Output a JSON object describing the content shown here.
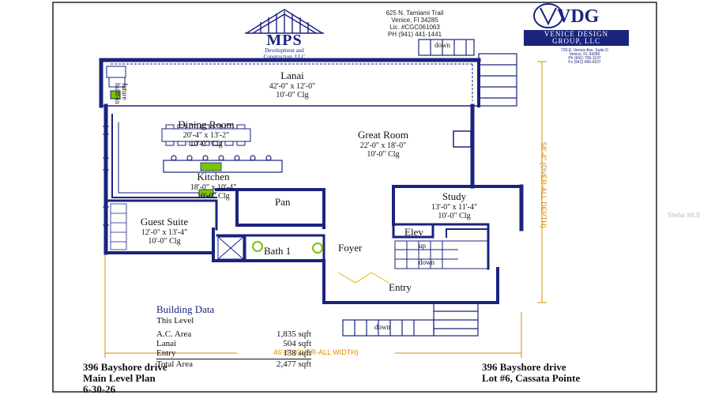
{
  "builder": {
    "name": "MPS",
    "tagline_1": "Development and",
    "tagline_2": "Construction, LLC",
    "address_line1": "625 N. Tamiami Trail",
    "address_line2": "Venice, Fl 34285",
    "license": "Lic. #CGC061063",
    "phone": "PH (941) 441-1441"
  },
  "designer": {
    "logo_text": "VDG",
    "name_line1": "VENICE DESIGN",
    "name_line2": "GROUP, LLC",
    "addr_line1": "726 E. Venice Ave. Suite D",
    "addr_line2": "Venice, FL 34285",
    "addr_line3": "Ph (941) 706-1197",
    "addr_line4": "Fx (941) 496-4107"
  },
  "rooms": {
    "lanai": {
      "name": "Lanai",
      "dims": "42'-0\" x 12'-0\"",
      "clg": "10'-0\" Clg"
    },
    "dining": {
      "name": "Dining Room",
      "dims": "20'-4\" x 13'-2\"",
      "clg": "10'-0\" Clg"
    },
    "great": {
      "name": "Great Room",
      "dims": "22'-0\" x 18'-0\"",
      "clg": "10'-0\" Clg"
    },
    "kitchen": {
      "name": "Kitchen",
      "dims": "18'-0\" x 10'-4\"",
      "clg": "10'-0\" Clg"
    },
    "study": {
      "name": "Study",
      "dims": "13'-0\" x 11'-4\"",
      "clg": "10'-0\" Clg"
    },
    "pan": {
      "name": "Pan"
    },
    "guest": {
      "name": "Guest Suite",
      "dims": "12'-0\" x 13'-4\"",
      "clg": "10'-0\" Clg"
    },
    "elev": {
      "name": "Elev"
    },
    "bath": {
      "name": "Bath 1"
    },
    "foyer": {
      "name": "Foyer"
    },
    "entry": {
      "name": "Entry"
    }
  },
  "labels": {
    "future_built_in_1": "future",
    "future_built_in_2": "built-in",
    "stair_down_top": "down",
    "stair_down_mid": "down",
    "stair_up_mid": "up",
    "stair_down_bottom": "down",
    "side_dim": "58'-4\" (OVER-ALL DEPTH)",
    "width_dim": "46'-8\" (OVER-ALL WIDTH)"
  },
  "building_data": {
    "title": "Building Data",
    "subtitle": "This Level",
    "rows": [
      {
        "label": "A.C. Area",
        "value": "1,835 sqft"
      },
      {
        "label": "Lanai",
        "value": "504 sqft"
      },
      {
        "label": "Entry",
        "value": "138 sqft"
      }
    ],
    "total_label": "Total Area",
    "total_value": "2,477 sqft"
  },
  "footer_left": {
    "line1": "396 Bayshore drive",
    "line2": "Main Level Plan",
    "line3": "6-30-26"
  },
  "footer_right": {
    "line1": "396 Bayshore drive",
    "line2": "Lot #6, Cassata Pointe"
  },
  "watermark": "Stellar MLS",
  "colors": {
    "wall": "#1a237e",
    "dimension": "#d98c00",
    "fixture": "#7cc400"
  }
}
